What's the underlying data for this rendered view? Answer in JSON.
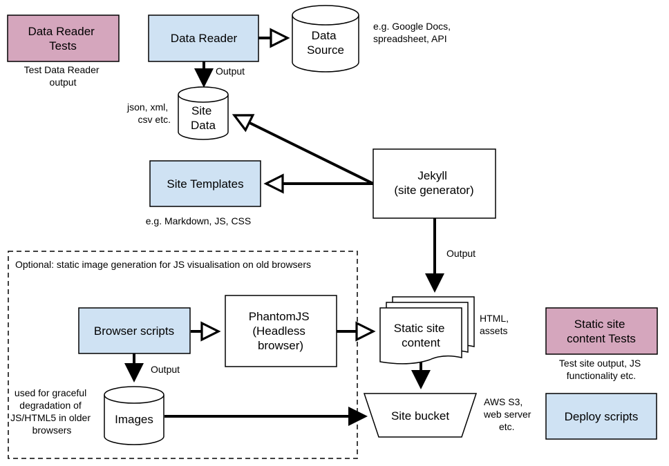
{
  "nodes": {
    "data_reader_tests": {
      "lines": [
        "Data Reader",
        "Tests"
      ],
      "note": [
        "Test Data Reader",
        "output"
      ]
    },
    "data_reader": {
      "lines": [
        "Data Reader"
      ]
    },
    "data_source": {
      "lines": [
        "Data",
        "Source"
      ],
      "note": [
        "e.g. Google Docs,",
        "spreadsheet, API"
      ]
    },
    "site_data": {
      "lines": [
        "Site",
        "Data"
      ],
      "note": [
        "json, xml,",
        "csv etc."
      ]
    },
    "site_templates": {
      "lines": [
        "Site Templates"
      ],
      "note": [
        "e.g. Markdown, JS, CSS"
      ]
    },
    "jekyll": {
      "lines": [
        "Jekyll",
        "(site generator)"
      ]
    },
    "browser_scripts": {
      "lines": [
        "Browser scripts"
      ]
    },
    "phantomjs": {
      "lines": [
        "PhantomJS",
        "(Headless",
        "browser)"
      ]
    },
    "static_site_content": {
      "lines": [
        "Static site",
        "content"
      ],
      "note": [
        "HTML,",
        "assets"
      ]
    },
    "static_site_content_tests": {
      "lines": [
        "Static site",
        "content Tests"
      ],
      "note": [
        "Test site output, JS",
        "functionality etc."
      ]
    },
    "images": {
      "lines": [
        "Images"
      ],
      "note": [
        "used for graceful",
        "degradation of",
        "JS/HTML5 in older",
        "browsers"
      ]
    },
    "site_bucket": {
      "lines": [
        "Site bucket"
      ],
      "note": [
        "AWS S3,",
        "web server",
        "etc."
      ]
    },
    "deploy_scripts": {
      "lines": [
        "Deploy scripts"
      ]
    }
  },
  "edge_labels": {
    "data_reader_output": "Output",
    "jekyll_output": "Output",
    "browser_scripts_output": "Output"
  },
  "optional_group": {
    "label": "Optional: static image generation for JS visualisation on old browsers"
  },
  "colors": {
    "blue_box": "#cfe2f3",
    "pink_box": "#d5a6bd",
    "line": "#000000"
  }
}
